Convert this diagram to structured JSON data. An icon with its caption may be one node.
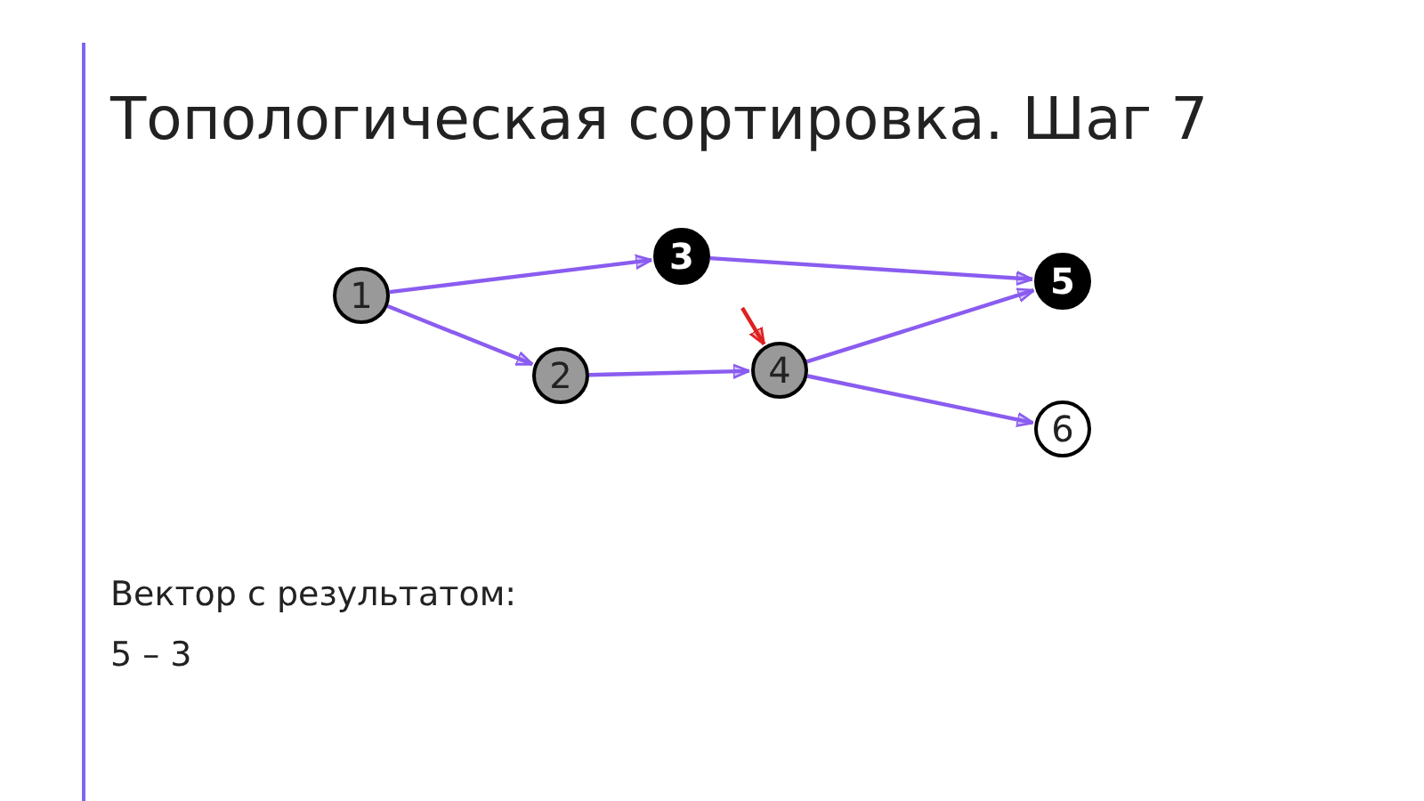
{
  "diagram": {
    "title": "Топологическая сортировка. Шаг 7",
    "nodes": [
      {
        "text": [
          "1"
        ]
      },
      {
        "text": [
          "3"
        ]
      },
      {
        "text": [
          "5"
        ]
      },
      {
        "text": [
          "2"
        ]
      },
      {
        "text": [
          "4"
        ]
      },
      {
        "text": [
          "6"
        ]
      }
    ],
    "edges": [
      {
        "from": 0,
        "to": 1,
        "arrow": "to"
      },
      {
        "from": 0,
        "to": 3,
        "arrow": "to"
      },
      {
        "from": 1,
        "to": 2,
        "arrow": "to"
      },
      {
        "from": 3,
        "to": 4,
        "arrow": "to"
      },
      {
        "from": 4,
        "to": 2,
        "arrow": "to"
      },
      {
        "from": 4,
        "to": 5,
        "arrow": "to"
      },
      {
        "from": null,
        "to": 4,
        "arrow": "to",
        "color": "#e02020"
      }
    ],
    "labels": [
      "Вектор с результатом:",
      "5 – 3"
    ]
  }
}
